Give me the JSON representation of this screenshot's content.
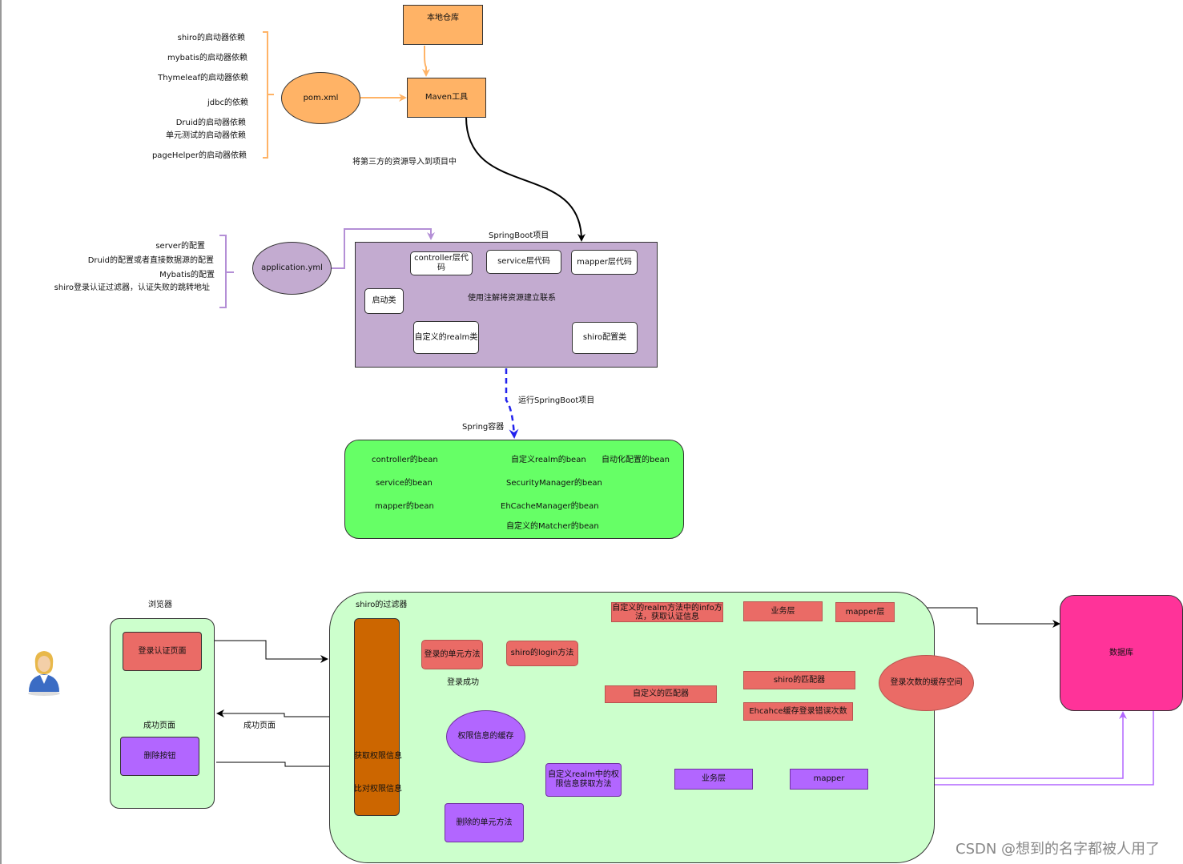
{
  "top": {
    "local_repo": "本地仓库",
    "maven": "Maven工具",
    "pom": "pom.xml",
    "pom_deps": [
      "shiro的启动器依赖",
      "mybatis的启动器依赖",
      "Thymeleaf的启动器依赖",
      "jdbc的依赖",
      "Druid的启动器依赖",
      "单元测试的启动器依赖",
      "pageHelper的启动器依赖"
    ],
    "import_label": "将第三方的资源导入到项目中"
  },
  "springboot": {
    "title": "SpringBoot项目",
    "controller": "controller层代码",
    "service": "service层代码",
    "mapper": "mapper层代码",
    "startup": "启动类",
    "annotation_note": "使用注解将资源建立联系",
    "realm": "自定义的realm类",
    "shiro_config": "shiro配置类",
    "app_yml": "application.yml",
    "yml_items": [
      "server的配置",
      "Druid的配置或者直接数据源的配置",
      "Mybatis的配置",
      "shiro登录认证过滤器，认证失败的跳转地址"
    ],
    "run_label": "运行SpringBoot项目"
  },
  "container": {
    "title": "Spring容器",
    "beans": [
      "controller的bean",
      "service的bean",
      "mapper的bean",
      "自定义realm的bean",
      "SecurityManager的bean",
      "EhCacheManager的bean",
      "自定义的Matcher的bean",
      "自动化配置的bean"
    ]
  },
  "flow": {
    "browser_title": "浏览器",
    "login_page": "登录认证页面",
    "success_page_title": "成功页面",
    "delete_button": "删除按钮",
    "success_page_label": "成功页面",
    "filter_title": "shiro的过滤器",
    "get_perm": "获取权限信息",
    "compare_perm": "比对权限信息",
    "login_unit": "登录的单元方法",
    "login_success": "登录成功",
    "shiro_login": "shiro的login方法",
    "realm_info": "自定义的realm方法中的info方法，获取认证信息",
    "business1": "业务层",
    "mapper_layer": "mapper层",
    "custom_matcher": "自定义的匹配器",
    "shiro_matcher": "shiro的匹配器",
    "ehcache_count": "Ehcahce缓存登录错误次数",
    "login_count_cache": "登录次数的缓存空间",
    "perm_cache": "权限信息的缓存",
    "realm_perm": "自定义realm中的权限信息获取方法",
    "business2": "业务层",
    "mapper2": "mapper",
    "delete_unit": "删除的单元方法",
    "database": "数据库"
  },
  "watermark": "CSDN @想到的名字都被人用了",
  "colors": {
    "orange": "#ffb366",
    "purple_panel": "#c3abd0",
    "green_container": "#66ff66",
    "light_green": "#ccffcc",
    "filter_brown": "#cc6600",
    "red_box": "#ea6b66",
    "purple_box": "#b266ff",
    "database_pink": "#ff3399"
  }
}
